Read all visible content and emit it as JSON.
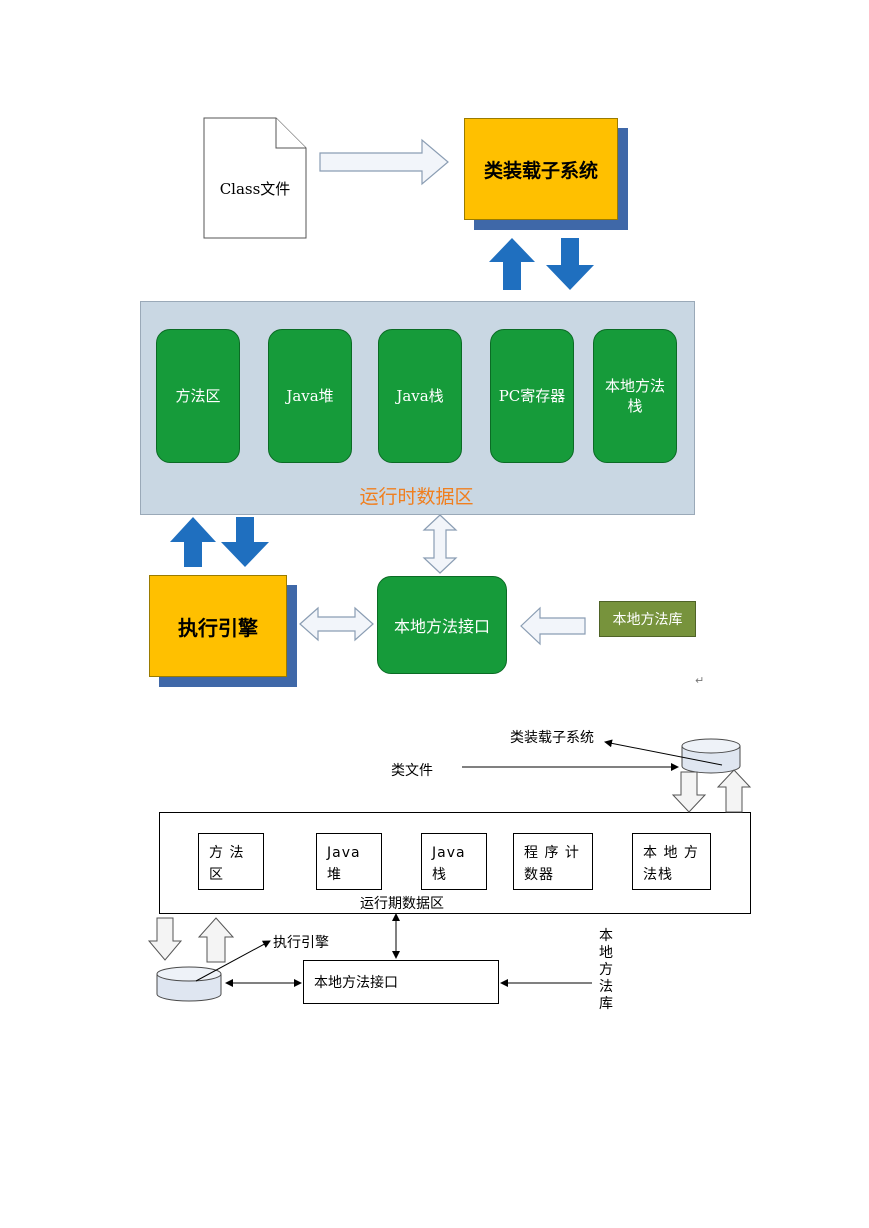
{
  "top_diagram": {
    "class_file": "Class文件",
    "class_loader": "类装载子系统",
    "runtime_area": {
      "label": "运行时数据区",
      "blocks": [
        "方法区",
        "Java堆",
        "Java栈",
        "PC寄存器",
        "本地方法栈"
      ]
    },
    "execution_engine": "执行引擎",
    "native_interface": "本地方法接口",
    "native_library": "本地方法库",
    "paragraph_mark": "↵",
    "colors": {
      "loader_fill": "#ffc000",
      "block_fill": "#169b3a",
      "runtime_fill": "#c9d7e3",
      "runtime_label": "#f07f1f",
      "shadow": "#3f68a8",
      "blue_arrow": "#1f6fbf",
      "library_fill": "#77933c"
    }
  },
  "bottom_diagram": {
    "class_loader": "类装载子系统",
    "class_file": "类文件",
    "runtime_area_label": "运行期数据区",
    "blocks": [
      {
        "line1": "方  法",
        "line2": "区"
      },
      {
        "line1": "Java",
        "line2": "堆"
      },
      {
        "line1": "Java",
        "line2": "栈"
      },
      {
        "line1": "程 序 计",
        "line2": "数器"
      },
      {
        "line1": "本 地 方",
        "line2": "法栈"
      }
    ],
    "execution_engine": "执行引擎",
    "native_interface": "本地方法接口",
    "native_library": "本地方法库"
  }
}
